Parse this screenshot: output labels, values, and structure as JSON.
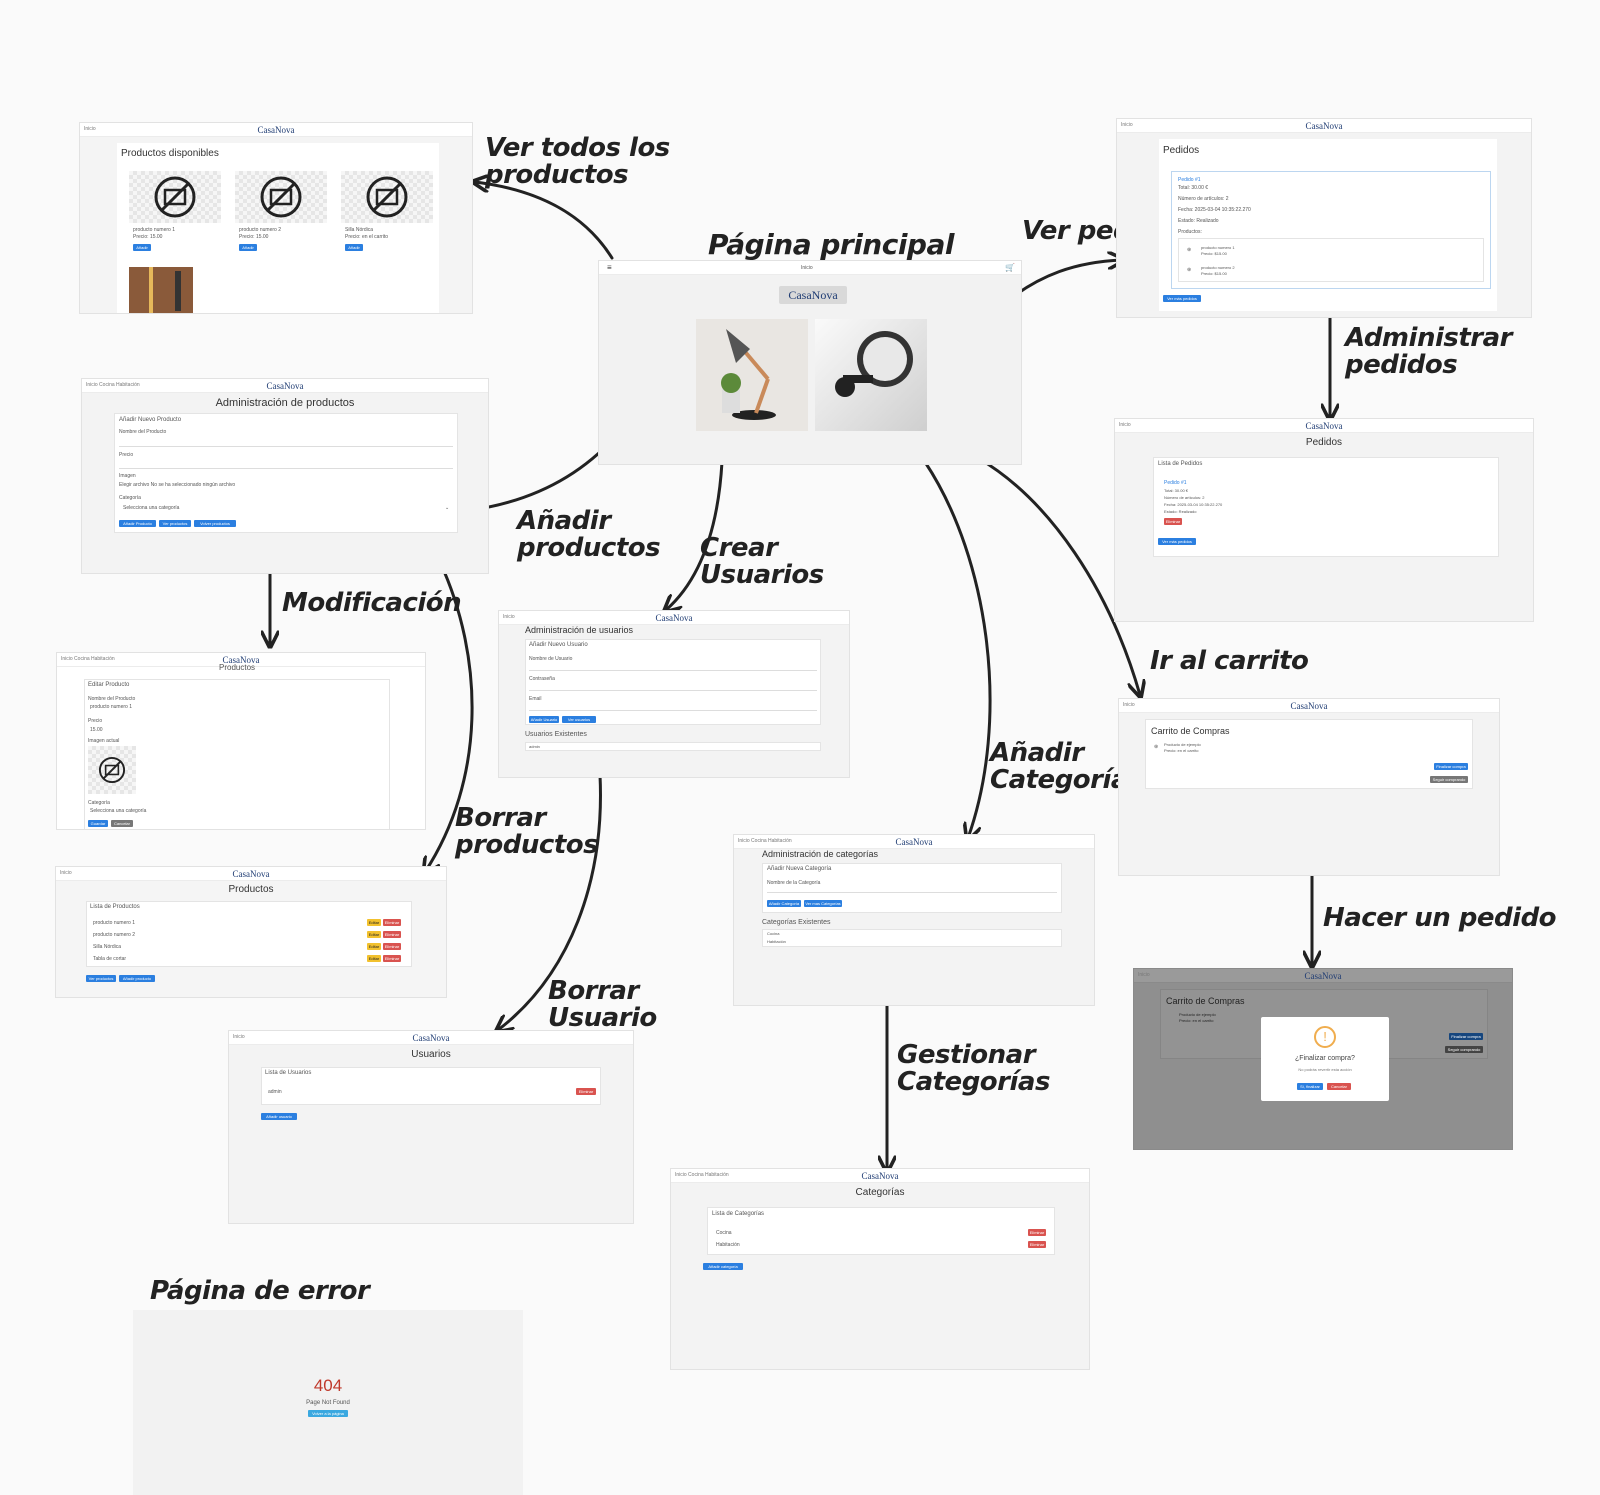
{
  "brand": "CasaNova",
  "labels": {
    "ver_productos": "Ver todos los\n        productos",
    "pagina_principal": "Página principal",
    "ver_pedidos": "Ver pedidos",
    "administrar_pedidos": "Administrar\n    pedidos",
    "anadir_productos": "Añadir\n  productos",
    "crear_usuarios": "Crear\nUsuarios",
    "modificacion": "Modificación",
    "ir_carrito": "Ir al carrito",
    "anadir_categoria": "Añadir\nCategoría",
    "borrar_productos": "Borrar\nproductos",
    "hacer_pedido": "Hacer un pedido",
    "borrar_usuario": "Borrar\n  Usuario",
    "gestionar_categorias": "Gestionar\n   Categorías",
    "pagina_error": "Página de error"
  },
  "home": {
    "nav_center": "Inicio",
    "menu_icon": "hamburger-icon",
    "cart_icon": "cart-icon"
  },
  "productos_disponibles": {
    "title": "Productos disponibles",
    "items": [
      {
        "name": "producto numero 1",
        "price": "Precio: 15.00",
        "button": "Añadir"
      },
      {
        "name": "producto numero 2",
        "price": "Precio: 15.00",
        "button": "Añadir"
      },
      {
        "name": "Silla Nórdica",
        "price": "Precio: en el carrito",
        "button": "Añadir"
      }
    ]
  },
  "admin_productos": {
    "nav_links": "Inicio  Cocina  Habitación",
    "title": "Administración de productos",
    "subtitle": "Añadir Nuevo Producto",
    "fields": [
      "Nombre del Producto",
      "Precio",
      "Imagen",
      "Categoría"
    ],
    "file_text": "Elegir archivo    No se ha seleccionado ningún archivo",
    "select_placeholder": "Selecciona una categoría",
    "buttons": [
      "Añadir Producto",
      "Ver productos",
      "Volver productos"
    ]
  },
  "editar_producto": {
    "header": "Productos",
    "subtitle": "Editar Producto",
    "fields": [
      "Nombre del Producto",
      "Precio",
      "Imagen actual",
      "Categoría"
    ],
    "name_value": "producto numero 1",
    "price_value": "15.00",
    "select_value": "Selecciona una categoría",
    "buttons": [
      "Guardar",
      "Cancelar"
    ]
  },
  "lista_productos": {
    "title": "Productos",
    "subtitle": "Lista de Productos",
    "rows": [
      "producto numero 1",
      "producto numero 2",
      "Silla Nórdica",
      "Tabla de cortar"
    ],
    "edit": "Editar",
    "delete": "Eliminar",
    "buttons": [
      "Ver productos",
      "Añadir producto"
    ]
  },
  "admin_usuarios": {
    "title": "Administración de usuarios",
    "subtitle": "Añadir Nuevo Usuario",
    "fields": [
      "Nombre de Usuario",
      "Contraseña",
      "Email"
    ],
    "buttons": [
      "Añadir Usuario",
      "Ver usuarios"
    ],
    "existing": "Usuarios Existentes",
    "existing_first": "admin"
  },
  "usuarios": {
    "title": "Usuarios",
    "subtitle": "Lista de Usuarios",
    "row": "admin",
    "delete": "Eliminar",
    "button": "Añadir usuario"
  },
  "pedidos": {
    "title": "Pedidos",
    "order_title": "Pedido #1",
    "lines": [
      "Total: 30.00 €",
      "Número de artículos: 2",
      "Fecha: 2025-03-04 10:35:22.270",
      "Estado: Realizado",
      "Productos:"
    ],
    "products": [
      {
        "name": "producto numero 1",
        "price": "Precio: $15.00"
      },
      {
        "name": "producto numero 2",
        "price": "Precio: $15.00"
      }
    ],
    "button": "Ver más pedidos"
  },
  "lista_pedidos": {
    "title": "Pedidos",
    "subtitle": "Lista de Pedidos",
    "order": "Pedido #1",
    "lines": [
      "Total: 30.00 €",
      "Número de artículos: 2",
      "Fecha: 2025-03-04 10:35:22.270",
      "Estado: Realizado"
    ],
    "delete": "Eliminar",
    "button": "Ver más pedidos"
  },
  "admin_categorias": {
    "nav_links": "Inicio  Cocina  Habitación",
    "title": "Administración de categorías",
    "subtitle": "Añadir Nueva Categoría",
    "field": "Nombre de la Categoría",
    "buttons": [
      "Añadir Categoría",
      "Ver mas Categorías"
    ],
    "existing": "Categorías Existentes",
    "items": [
      "Cocina",
      "Habitación"
    ]
  },
  "categorias": {
    "nav_links": "Inicio  Cocina  Habitación",
    "title": "Categorías",
    "subtitle": "Lista de Categorías",
    "rows": [
      "Cocina",
      "Habitación"
    ],
    "delete": "Eliminar",
    "button": "Añadir categoría"
  },
  "carrito": {
    "title": "Carrito de Compras",
    "item_name": "Producto de ejemplo",
    "item_price": "Precio: en el carrito",
    "buttons": [
      "Finalizar compra",
      "Seguir comprando"
    ]
  },
  "modal": {
    "icon": "warning-icon",
    "title": "¿Finalizar compra?",
    "text": "No podrás revertir esta acción",
    "confirm": "Sí, finalizar",
    "cancel": "Cancelar"
  },
  "error_page": {
    "code": "404",
    "message": "Page Not Found",
    "button": "Volver a la página"
  }
}
